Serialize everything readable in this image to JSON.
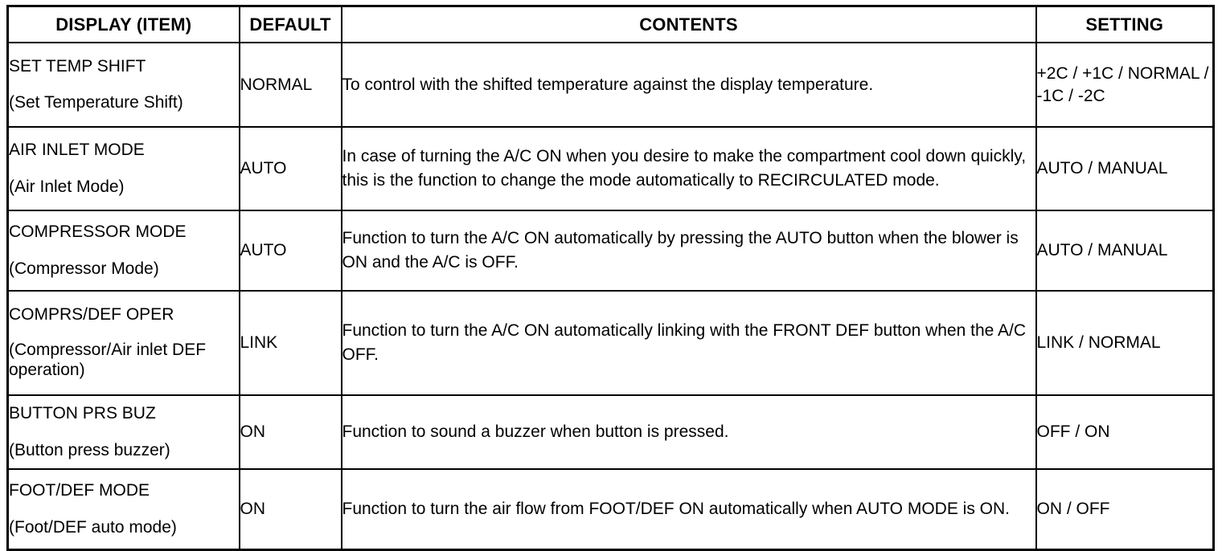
{
  "table": {
    "columns": [
      {
        "key": "item",
        "label": "DISPLAY (ITEM)"
      },
      {
        "key": "default",
        "label": "DEFAULT"
      },
      {
        "key": "contents",
        "label": "CONTENTS"
      },
      {
        "key": "setting",
        "label": "SETTING"
      }
    ],
    "rows": [
      {
        "code": "SET TEMP SHIFT",
        "desc": "(Set Temperature Shift)",
        "default": "NORMAL",
        "contents": "To control with the shifted temperature against the display temperature.",
        "setting": "+2C / +1C / NORMAL / -1C / -2C"
      },
      {
        "code": "AIR INLET MODE",
        "desc": "(Air Inlet Mode)",
        "default": "AUTO",
        "contents": "In case of turning the A/C ON when you desire to make the compartment cool down quickly, this is the function to change the mode automatically to RECIRCULATED mode.",
        "setting": "AUTO / MANUAL"
      },
      {
        "code": "COMPRESSOR MODE",
        "desc": "(Compressor Mode)",
        "default": "AUTO",
        "contents": "Function to turn the A/C ON automatically by pressing the AUTO button when the blower is ON and the A/C is OFF.",
        "setting": "AUTO / MANUAL"
      },
      {
        "code": "COMPRS/DEF OPER",
        "desc": "(Compressor/Air inlet DEF operation)",
        "default": "LINK",
        "contents": "Function to turn the A/C ON automatically linking with the FRONT DEF button when the A/C OFF.",
        "setting": "LINK / NORMAL"
      },
      {
        "code": "BUTTON PRS BUZ",
        "desc": "(Button press buzzer)",
        "default": "ON",
        "contents": "Function to sound a buzzer when button is pressed.",
        "setting": "OFF / ON"
      },
      {
        "code": "FOOT/DEF MODE",
        "desc": "(Foot/DEF auto mode)",
        "default": "ON",
        "contents": "Function to turn the air flow from FOOT/DEF ON automatically when AUTO MODE is ON.",
        "setting": "ON / OFF"
      }
    ]
  },
  "colors": {
    "border": "#000000",
    "background": "#ffffff",
    "text": "#000000"
  }
}
